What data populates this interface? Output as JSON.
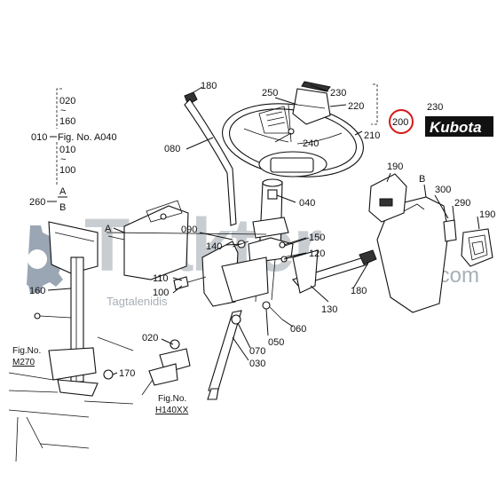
{
  "diagram": {
    "callouts": {
      "c180_top": "180",
      "c250": "250",
      "c230_top": "230",
      "c220": "220",
      "c200": "200",
      "c210": "210",
      "c230_right": "230",
      "c080": "080",
      "c240": "240",
      "c040": "040",
      "c190_top": "190",
      "cB_right": "B",
      "c300": "300",
      "c290": "290",
      "c190_right": "190",
      "cA_mid": "A",
      "c090": "090",
      "c140": "140",
      "c150": "150",
      "c120": "120",
      "c110": "110",
      "c100": "100",
      "c130": "130",
      "c180_low": "180",
      "c060": "060",
      "c050": "050",
      "c070": "070",
      "c030": "030",
      "c020_low": "020",
      "c260": "260",
      "cA_left": "A",
      "cB_left": "B",
      "c160": "160",
      "c170": "170",
      "c010": "010"
    },
    "group_list": {
      "top": "020",
      "tilde1": "~",
      "second": "160",
      "fig_ref": "Fig. No. A040",
      "third": "010",
      "tilde2": "~",
      "bottom": "100"
    },
    "fig_refs": {
      "left_label": "Fig.No.",
      "left_code": "M270",
      "right_label": "Fig.No.",
      "right_code": "H140XX"
    },
    "brand": {
      "name": "Kubota",
      "callout": "230"
    },
    "watermark": {
      "main": "Trakter",
      "suffix": ".com",
      "tagline": "Tagtalenidis"
    },
    "colors": {
      "highlight": "#d81818",
      "watermark": "#c8cdd2",
      "gear": "#9aa6b4",
      "ink": "#111111"
    }
  }
}
